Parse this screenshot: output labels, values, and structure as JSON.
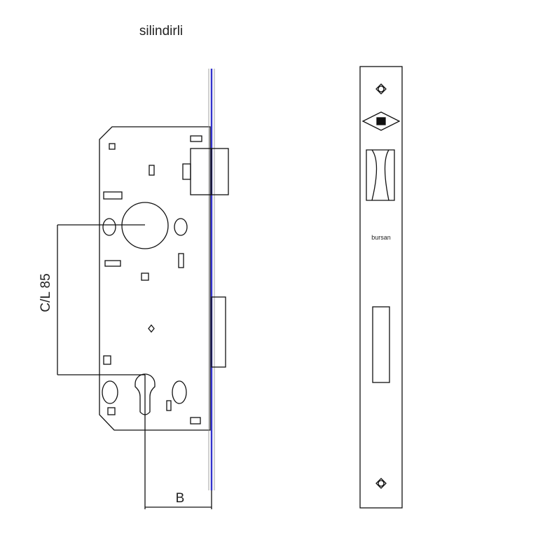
{
  "title": "silindirli",
  "dimensions": {
    "center_distance": "C/L 85",
    "backset": "B"
  },
  "faceplate": {
    "brand": "bursan"
  },
  "colors": {
    "line": "#111111",
    "faceplate_edge": "#3333cc",
    "background": "#ffffff"
  }
}
